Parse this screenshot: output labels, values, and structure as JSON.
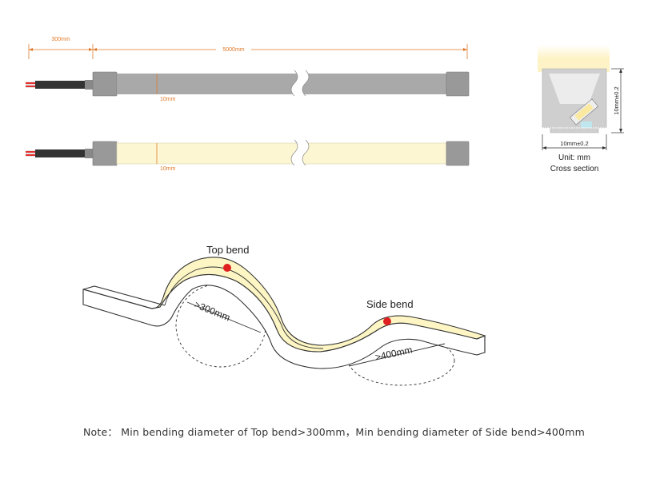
{
  "strip": {
    "lead_length_label": "300mm",
    "strip_length_label": "5000mm",
    "width_label_unlit": "10mm",
    "width_label_lit": "10mm"
  },
  "cross_section": {
    "height_label": "10mm±0.2",
    "width_label": "10mm±0.2",
    "unit_label": "Unit: mm",
    "title": "Cross section"
  },
  "bend": {
    "top_bend_label": "Top bend",
    "side_bend_label": "Side bend",
    "top_bend_diameter": ">300mm",
    "side_bend_diameter": ">400mm"
  },
  "note": "Note： Min bending diameter of Top bend>300mm，Min bending diameter of Side bend>400mm",
  "colors": {
    "dimension_orange": "#e07a2a",
    "jacket_gray": "#a9a9a9",
    "led_light": "#fdf6d3",
    "bend_dot": "#e02020"
  }
}
